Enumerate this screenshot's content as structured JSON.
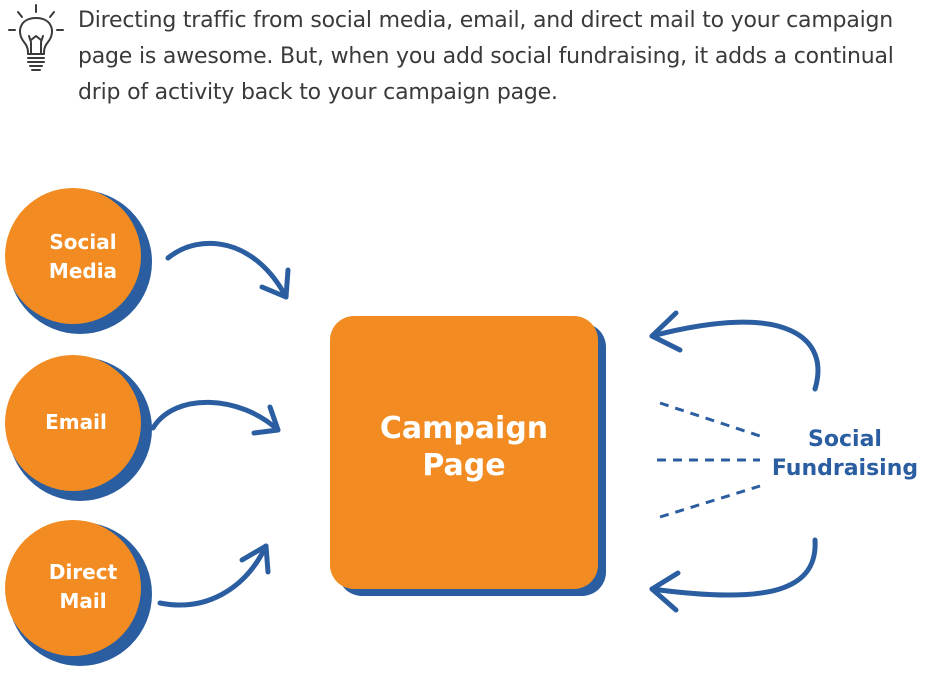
{
  "tip": {
    "text": "Directing traffic from social media, email, and direct mail to your campaign page is awesome. But, when you add social fundraising, it adds a continual drip of activity back to your campaign page.",
    "icon": "lightbulb-icon"
  },
  "sources": [
    {
      "label": "Social Media"
    },
    {
      "label": "Email"
    },
    {
      "label": "Direct Mail"
    }
  ],
  "target": {
    "label": "Campaign Page"
  },
  "feedback": {
    "label": "Social Fundraising"
  },
  "colors": {
    "orange": "#f28c22",
    "blue": "#2b5ea1",
    "text": "#3a3a3a"
  }
}
